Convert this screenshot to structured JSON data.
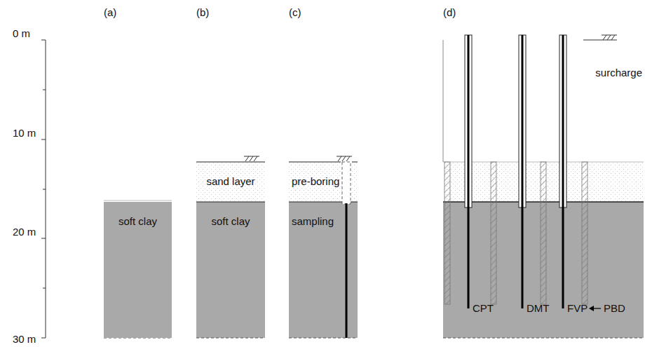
{
  "diagram": {
    "nodes": [
      {
        "text": [
          "soft clay"
        ]
      },
      {
        "text": [
          "sand layer"
        ]
      },
      {
        "text": [
          "soft clay"
        ]
      },
      {
        "text": [
          "pre-boring"
        ]
      },
      {
        "text": [
          "sampling"
        ]
      }
    ],
    "labels": [
      "(a)",
      "(b)",
      "(c)",
      "(d)",
      "0 m",
      "10 m",
      "20 m",
      "30 m",
      "surcharge",
      "CPT",
      "DMT",
      "FVP",
      "PBD"
    ]
  }
}
